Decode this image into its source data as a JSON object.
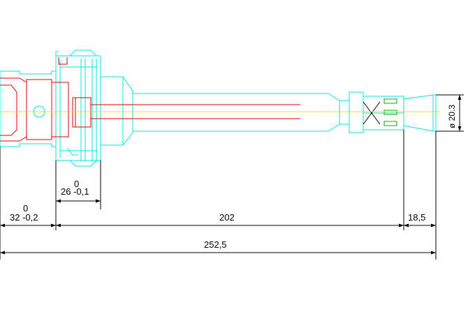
{
  "colors": {
    "outline": "#00e5e5",
    "section": "#e00000",
    "centerline": "#f0e000",
    "dimension": "#000000",
    "thread_mark": "#00b000"
  },
  "dimensions": {
    "tol_zero_upper": "0",
    "d_26": "26 -0,1",
    "tol_zero_lower": "0",
    "d_32": "32 -0,2",
    "d_202": "202",
    "d_18_5": "18,5",
    "d_252_5": "252,5",
    "d_dia": "ø 20.3"
  }
}
